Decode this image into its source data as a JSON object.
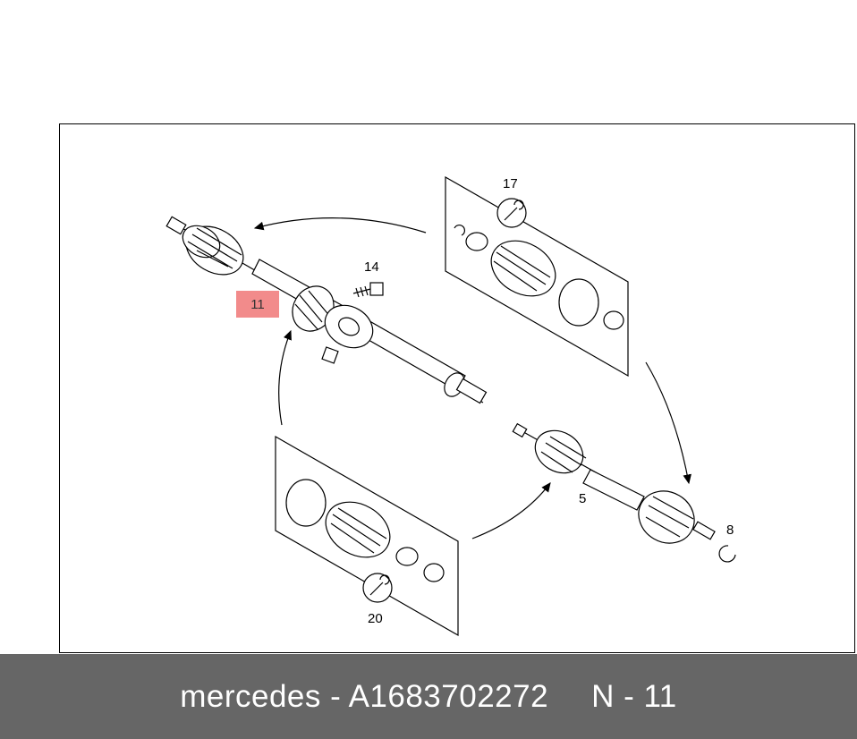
{
  "diagram": {
    "callouts": {
      "c11": "11",
      "c14": "14",
      "c17": "17",
      "c5": "5",
      "c8": "8",
      "c20": "20"
    },
    "highlight_color": "#f28b8b"
  },
  "footer": {
    "part_text": "mercedes - A1683702272",
    "ref_text": "N - 11",
    "background": "#666666"
  }
}
